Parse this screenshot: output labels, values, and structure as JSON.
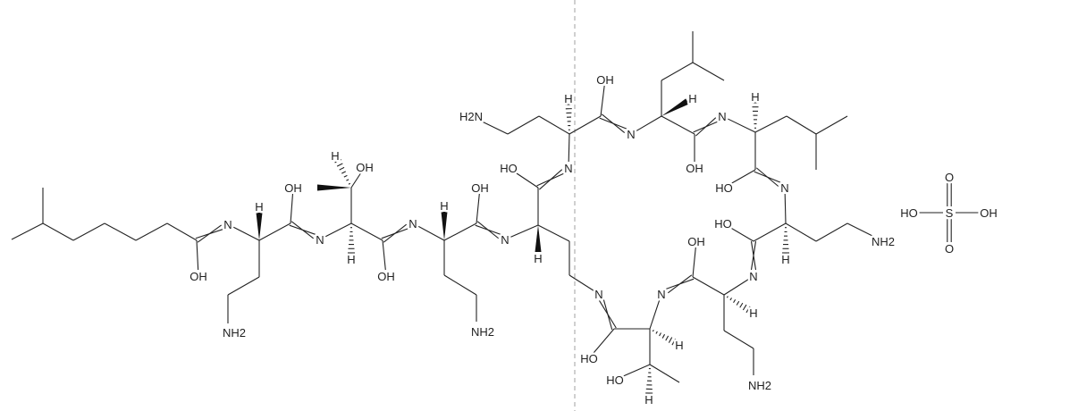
{
  "diagram": {
    "type": "chemical-structure",
    "colors": {
      "bond": "#222222",
      "divider": "#b0b0b0"
    },
    "atom_labels": [
      "OH",
      "N",
      "H",
      "NH2",
      "OH",
      "N",
      "H",
      "OH",
      "H",
      "OH",
      "N",
      "H",
      "NH2",
      "OH",
      "N",
      "HO",
      "H",
      "N",
      "H",
      "H2N",
      "OH",
      "N",
      "H",
      "OH",
      "N",
      "H",
      "HO",
      "N",
      "HO",
      "NH2",
      "H",
      "N",
      "OH",
      "H",
      "NH2",
      "N",
      "H",
      "HO",
      "HO",
      "H",
      "N",
      "HO",
      "S",
      "OH",
      "O",
      "O"
    ]
  }
}
